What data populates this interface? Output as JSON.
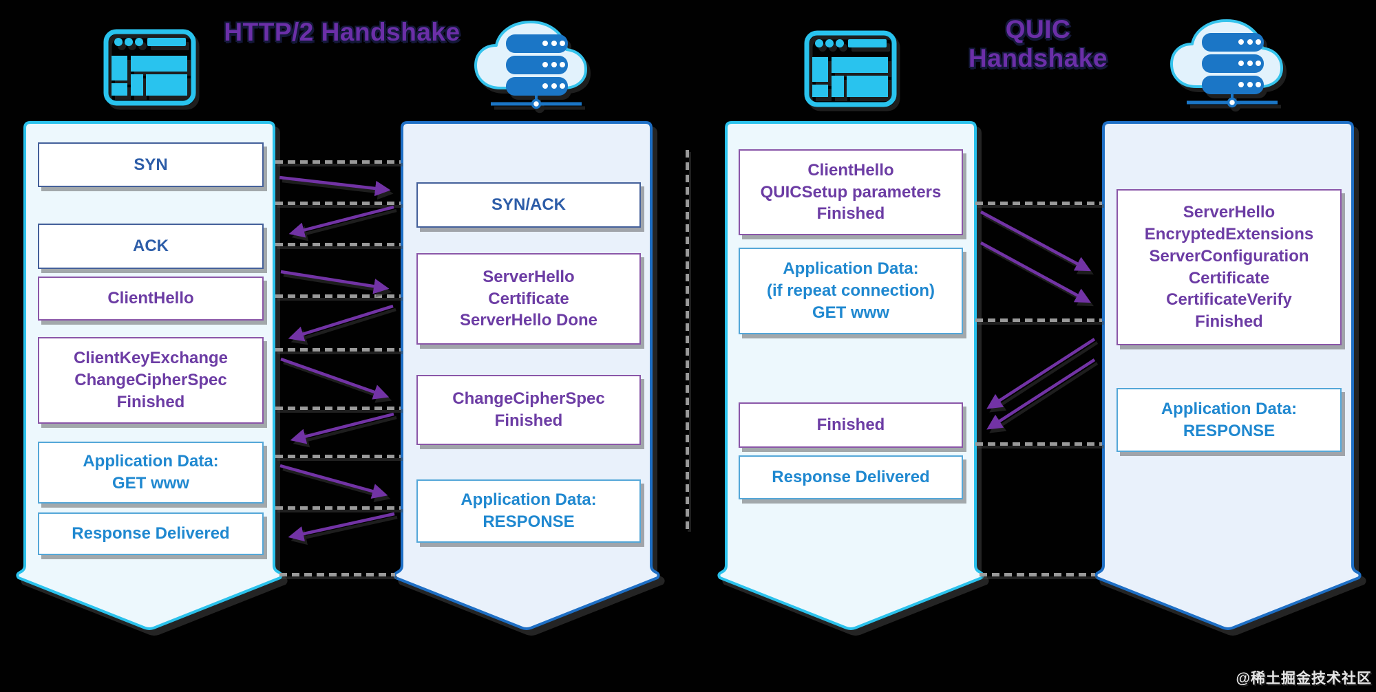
{
  "http2": {
    "title": "HTTP/2 Handshake",
    "client": {
      "boxes": [
        {
          "text": "SYN"
        },
        {
          "text": "ACK"
        },
        {
          "text": "ClientHello"
        },
        {
          "text": "ClientKeyExchange\nChangeCipherSpec\nFinished"
        },
        {
          "text": "Application Data:\nGET www"
        },
        {
          "text": "Response Delivered"
        }
      ]
    },
    "server": {
      "boxes": [
        {
          "text": "SYN/ACK"
        },
        {
          "text": "ServerHello\nCertificate\nServerHello Done"
        },
        {
          "text": "ChangeCipherSpec\nFinished"
        },
        {
          "text": "Application Data:\nRESPONSE"
        }
      ]
    }
  },
  "quic": {
    "title": "QUIC Handshake",
    "client": {
      "boxes": [
        {
          "text": "ClientHello\nQUICSetup parameters\nFinished"
        },
        {
          "text": "Application Data:\n(if repeat connection)\nGET www"
        },
        {
          "text": "Finished"
        },
        {
          "text": "Response Delivered"
        }
      ]
    },
    "server": {
      "boxes": [
        {
          "text": "ServerHello\nEncryptedExtensions\nServerConfiguration\nCertificate\nCertificateVerify\nFinished"
        },
        {
          "text": "Application Data:\nRESPONSE"
        }
      ]
    }
  },
  "watermark": {
    "text": "@稀土掘金技术社区"
  },
  "colors": {
    "background": "#010101",
    "title_purple": "#6B2FA8",
    "client_banner_stroke": "#2BC2EC",
    "client_banner_fill": "#EDF8FD",
    "server_banner_stroke": "#1E6FC5",
    "server_banner_fill": "#E9F1FB",
    "box_navy_border": "#44609A",
    "box_navy_text": "#2D5DA8",
    "box_purple_border": "#8A56A8",
    "box_purple_text": "#6C3CA4",
    "box_blue_border": "#54A7D8",
    "box_blue_text": "#1F88D0",
    "arrow_purple": "#7233A5",
    "dash_gray": "#9A9A9A",
    "icon_cyan": "#29C3EE",
    "icon_server_blue": "#1B76C6"
  }
}
